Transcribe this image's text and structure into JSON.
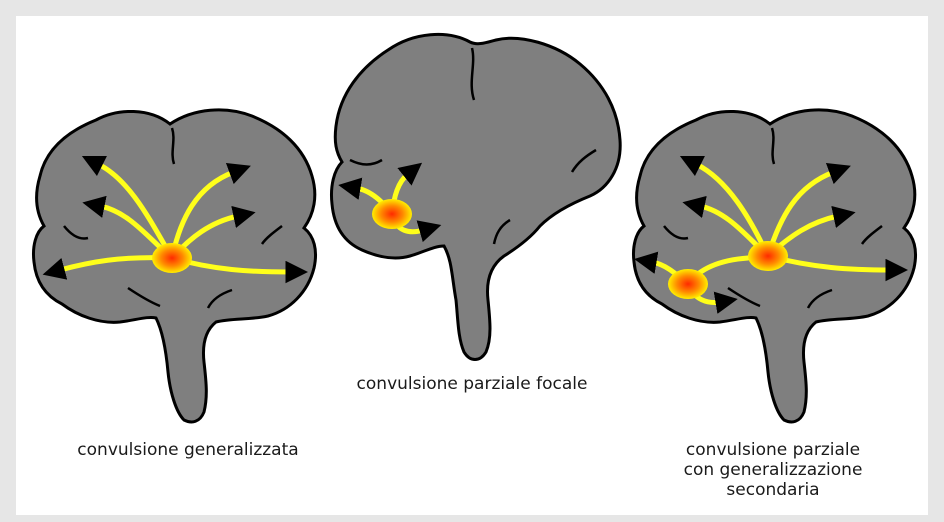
{
  "figure": {
    "background_color": "#e6e6e6",
    "panel_color": "#ffffff",
    "brain_fill": "#7f7f7f",
    "brain_outline": "#000000",
    "pathway_color": "#ffff1a",
    "focus_colors": [
      "#ff2a00",
      "#ffcc00"
    ]
  },
  "panels": [
    {
      "caption_lines": [
        "convulsione generalizzata"
      ]
    },
    {
      "caption_lines": [
        "convulsione parziale focale"
      ]
    },
    {
      "caption_lines": [
        "convulsione parziale",
        "con generalizzazione",
        "secondaria"
      ]
    }
  ]
}
